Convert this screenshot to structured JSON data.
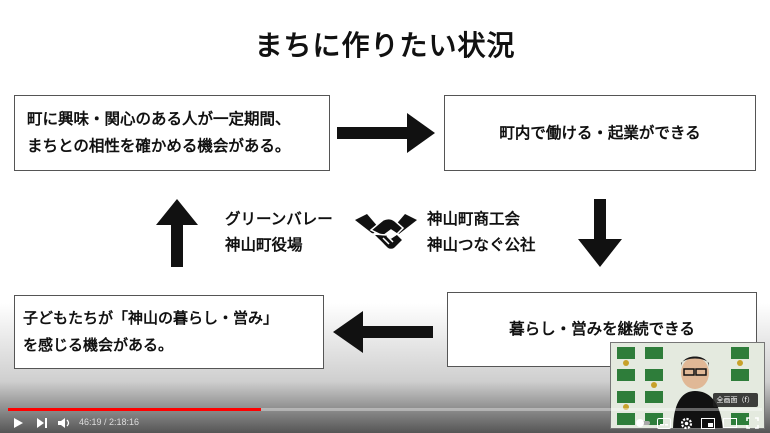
{
  "slide": {
    "title": "まちに作りたい状況",
    "box_top_left": [
      "町に興味・関心のある人が一定期間、",
      "まちとの相性を確かめる機会がある。"
    ],
    "box_top_right": "町内で働ける・起業ができる",
    "box_bottom_right": "暮らし・営みを継続できる",
    "box_bottom_left": [
      "子どもたちが「神山の暮らし・営み」",
      "を感じる機会がある。"
    ],
    "label_left": [
      "グリーンバレー",
      "神山町役場"
    ],
    "label_right": [
      "神山町商工会",
      "神山つなぐ公社"
    ]
  },
  "player": {
    "time": "46:19 / 2:18:16",
    "progress": 0.335,
    "pip_label": "全画面（f）"
  }
}
